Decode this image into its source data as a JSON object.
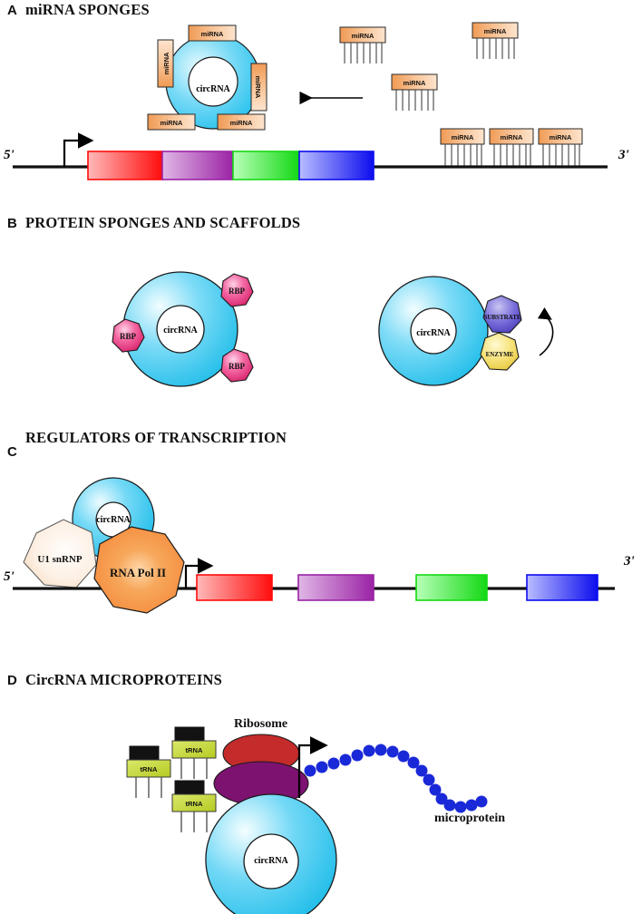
{
  "figure": {
    "title_font_note": "",
    "panels": [
      {
        "letter": "A",
        "title": "miRNA SPONGES",
        "circ_label": "circRNA",
        "prime5": "5'",
        "prime3": "3'",
        "ring_mirna_labels": [
          "miRNA",
          "miRNA",
          "miRNA",
          "miRNA",
          "miRNA"
        ],
        "free_mirna_labels": [
          "miRNA",
          "miRNA",
          "miRNA"
        ],
        "bound_mirna_labels": [
          "miRNA",
          "miRNA",
          "miRNA"
        ],
        "exon_colors": [
          "#ff1414",
          "#a32ba8",
          "#22dd22",
          "#1414ee"
        ],
        "arrow_direction": "left"
      },
      {
        "letter": "B",
        "title": "PROTEIN SPONGES AND SCAFFOLDS",
        "left_circ_label": "circRNA",
        "right_circ_label": "circRNA",
        "rbp_labels": [
          "RBP",
          "RBP",
          "RBP"
        ],
        "substrate_label": "SUBSTRATE",
        "enzyme_label": "ENZYME",
        "rbp_color": "#e8417f",
        "substrate_color": "#6a5fd0",
        "enzyme_color": "#f2dd66"
      },
      {
        "letter": "C",
        "title": "REGULATORS OF TRANSCRIPTION",
        "circ_label": "circRNA",
        "snrnp_label": "U1 snRNP",
        "polymerase_label": "RNA Pol II",
        "prime5": "5'",
        "prime3": "3'",
        "exon_colors": [
          "#ff1414",
          "#a32ba8",
          "#22dd22",
          "#1414ee"
        ]
      },
      {
        "letter": "D",
        "title": "CircRNA MICROPROTEINS",
        "ribosome_label": "Ribosome",
        "circ_label": "circRNA",
        "microprotein_label": "microprotein",
        "trna_labels": [
          "tRNA",
          "tRNA",
          "tRNA"
        ],
        "ribosome_large_color": "#7d1270",
        "ribosome_small_color": "#c42b2b",
        "bead_color": "#1a29d8",
        "trna_color": "#c4d63a"
      }
    ]
  }
}
